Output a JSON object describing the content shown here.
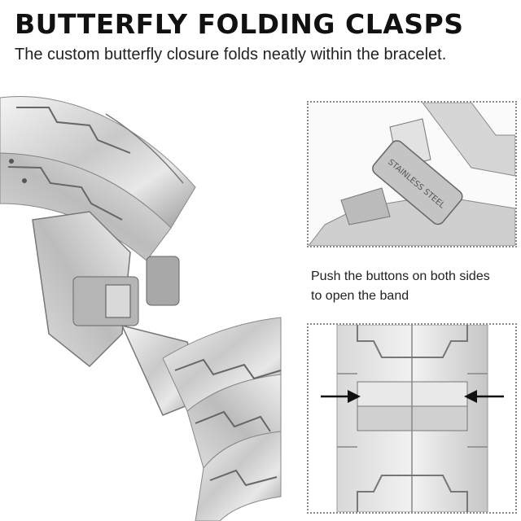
{
  "header": {
    "title": "BUTTERFLY FOLDING CLASPS",
    "subtitle": "The custom butterfly closure folds neatly within the bracelet."
  },
  "clasp_detail": {
    "engraving": "STAINLESS STEEL"
  },
  "instructions": {
    "line1": "Push the buttons on both sides",
    "line2": "to open the band"
  },
  "colors": {
    "steel_light": "#e6e6e6",
    "steel_mid": "#bdbdbd",
    "steel_dark": "#7a7a7a",
    "box_border": "#8a8a8a",
    "arrow": "#111111"
  },
  "icons": [
    "left-arrow-icon",
    "right-arrow-icon"
  ]
}
